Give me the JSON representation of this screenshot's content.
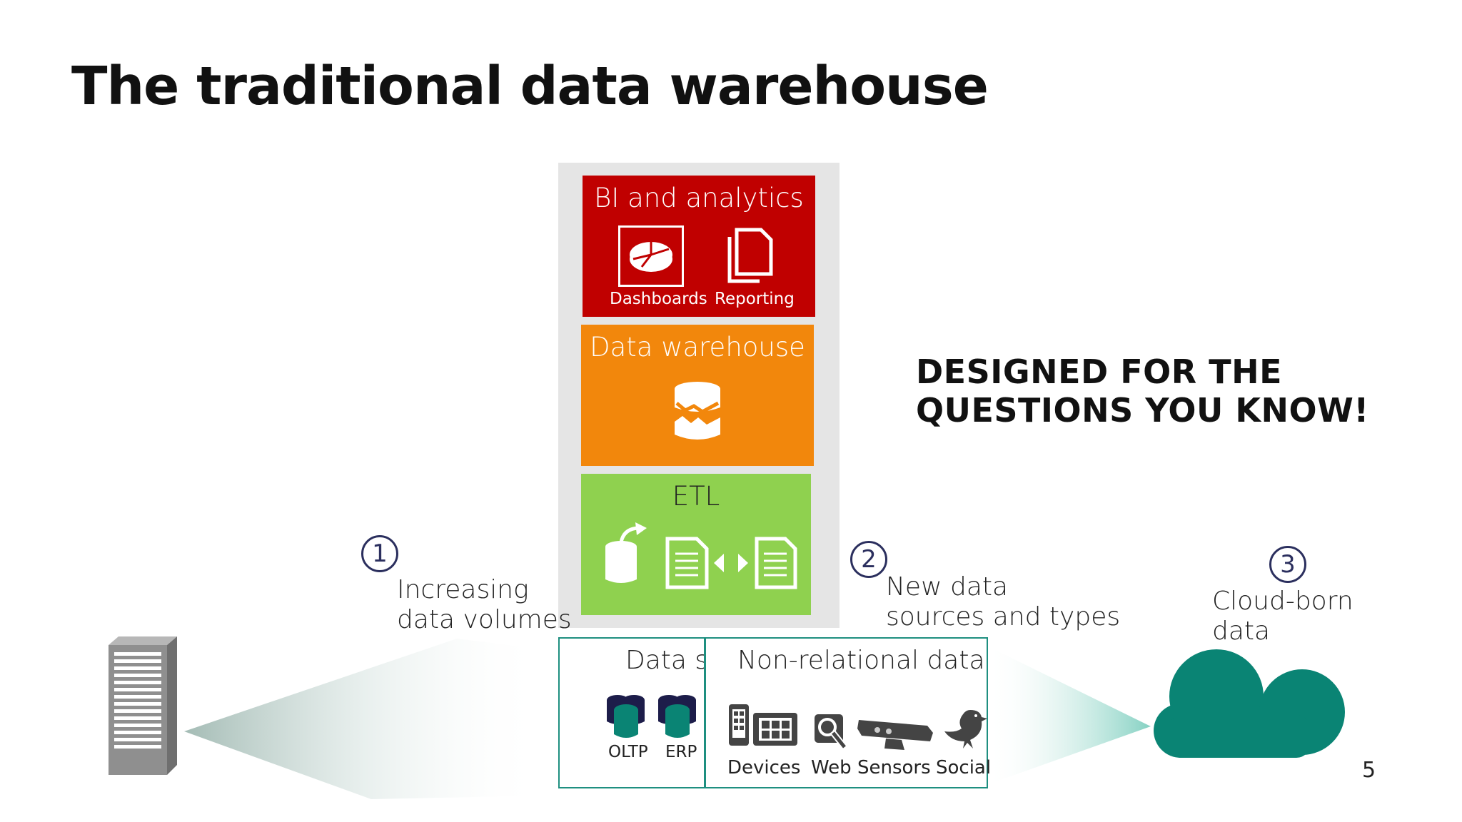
{
  "slide": {
    "title": "The traditional data warehouse",
    "page_number": "5",
    "callout": [
      "DESIGNED FOR THE",
      "QUESTIONS YOU KNOW!"
    ]
  },
  "stack": {
    "bi": {
      "title": "BI and analytics",
      "items": [
        "Dashboards",
        "Reporting"
      ]
    },
    "dw": {
      "title": "Data warehouse"
    },
    "etl": {
      "title": "ETL"
    }
  },
  "notes": [
    {
      "number": "1",
      "lines": [
        "Increasing",
        "data volumes"
      ]
    },
    {
      "number": "2",
      "lines": [
        "New data",
        "sources and types"
      ]
    },
    {
      "number": "3",
      "lines": [
        "Cloud-born",
        "data"
      ]
    }
  ],
  "sources": {
    "title": "Data sources",
    "items": [
      "OLTP",
      "ERP"
    ]
  },
  "non_relational": {
    "title": "Non-relational data",
    "items": [
      "Devices",
      "Web",
      "Sensors",
      "Social"
    ]
  },
  "colors": {
    "bi": "#c00000",
    "dw": "#f2870c",
    "etl": "#8fd14f",
    "teal": "#0a8474",
    "circle": "#2b2f5e"
  },
  "icons": [
    "server-icon",
    "cloud-icon",
    "dashboard-icon",
    "reporting-icon",
    "data-warehouse-icon",
    "etl-extract-icon",
    "etl-transform-icon",
    "database-icon",
    "device-icon",
    "web-icon",
    "sensor-icon",
    "bird-icon"
  ]
}
